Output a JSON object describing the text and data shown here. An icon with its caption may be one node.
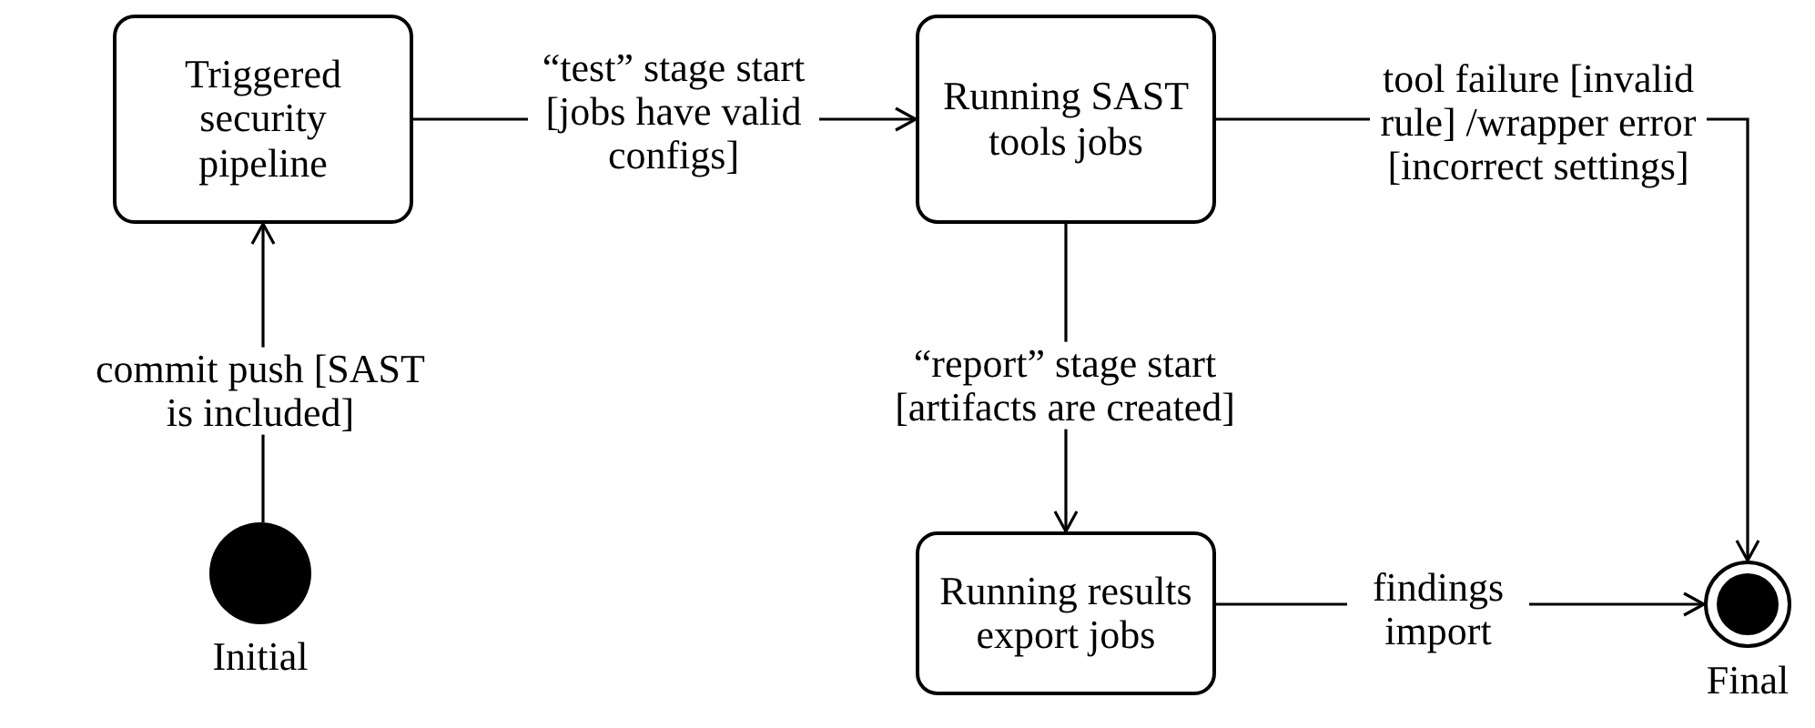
{
  "diagram": {
    "nodes": [
      {
        "text": [
          "Triggered security pipeline"
        ]
      },
      {
        "text": [
          "Running SAST tools jobs"
        ]
      },
      {
        "text": [
          "Running results export jobs"
        ]
      },
      {
        "text": [],
        "shape": "circle",
        "beside": [
          "Initial"
        ]
      },
      {
        "text": [],
        "shape": "circle",
        "beside": [
          "Final"
        ]
      }
    ],
    "edges": [
      {
        "from": 3,
        "to": 0,
        "arrow": "to",
        "label": "commit push [SAST is included]"
      },
      {
        "from": 0,
        "to": 1,
        "arrow": "to",
        "label": "“test” stage start [jobs have valid configs]"
      },
      {
        "from": 1,
        "to": 2,
        "arrow": "to",
        "label": "“report” stage start [artifacts are created]"
      },
      {
        "from": 1,
        "to": 4,
        "arrow": "to",
        "label": "tool failure [invalid rule] /wrapper error [incorrect settings]"
      },
      {
        "from": 2,
        "to": 4,
        "arrow": "to",
        "label": "findings import"
      }
    ]
  }
}
